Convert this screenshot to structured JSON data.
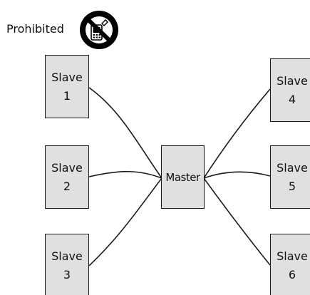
{
  "legend": {
    "prohibited_label": "Prohibited",
    "icon": "no-cell-phone-icon"
  },
  "nodes": {
    "master": {
      "label": "Master"
    },
    "slave_1": {
      "line1": "Slave",
      "line2": "1"
    },
    "slave_2": {
      "line1": "Slave",
      "line2": "2"
    },
    "slave_3": {
      "line1": "Slave",
      "line2": "3"
    },
    "slave_4": {
      "line1": "Slave",
      "line2": "4"
    },
    "slave_5": {
      "line1": "Slave",
      "line2": "5"
    },
    "slave_6": {
      "line1": "Slave",
      "line2": "6"
    }
  },
  "edges": [
    {
      "from": "master",
      "to": "slave_1"
    },
    {
      "from": "master",
      "to": "slave_2"
    },
    {
      "from": "master",
      "to": "slave_3"
    },
    {
      "from": "master",
      "to": "slave_4"
    },
    {
      "from": "master",
      "to": "slave_5"
    },
    {
      "from": "master",
      "to": "slave_6"
    }
  ],
  "colors": {
    "box_fill": "#e0e0e0",
    "stroke": "#1a1a1a",
    "icon": "#000000"
  }
}
